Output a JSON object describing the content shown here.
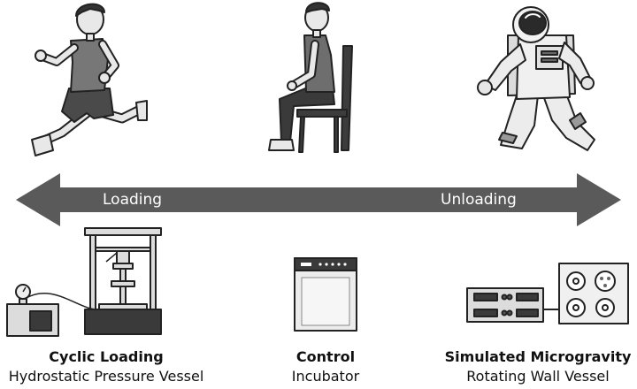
{
  "axis": {
    "left_label": "Loading",
    "right_label": "Unloading"
  },
  "conditions": [
    {
      "title": "Cyclic Loading",
      "subtitle": "Hydrostatic Pressure Vessel"
    },
    {
      "title": "Control",
      "subtitle": "Incubator"
    },
    {
      "title": "Simulated Microgravity",
      "subtitle": "Rotating Wall Vessel"
    }
  ],
  "colors": {
    "arrow": "#5a5a5a",
    "skin": "#e8e8e8",
    "shirt": "#777777",
    "shorts": "#4a4a4a",
    "outline": "#222222",
    "equipment_light": "#dcdcdc",
    "equipment_dark": "#3a3a3a"
  },
  "icons": [
    "runner-figure",
    "seated-figure",
    "astronaut-figure",
    "pressure-vessel",
    "incubator",
    "rotating-wall-vessel"
  ]
}
